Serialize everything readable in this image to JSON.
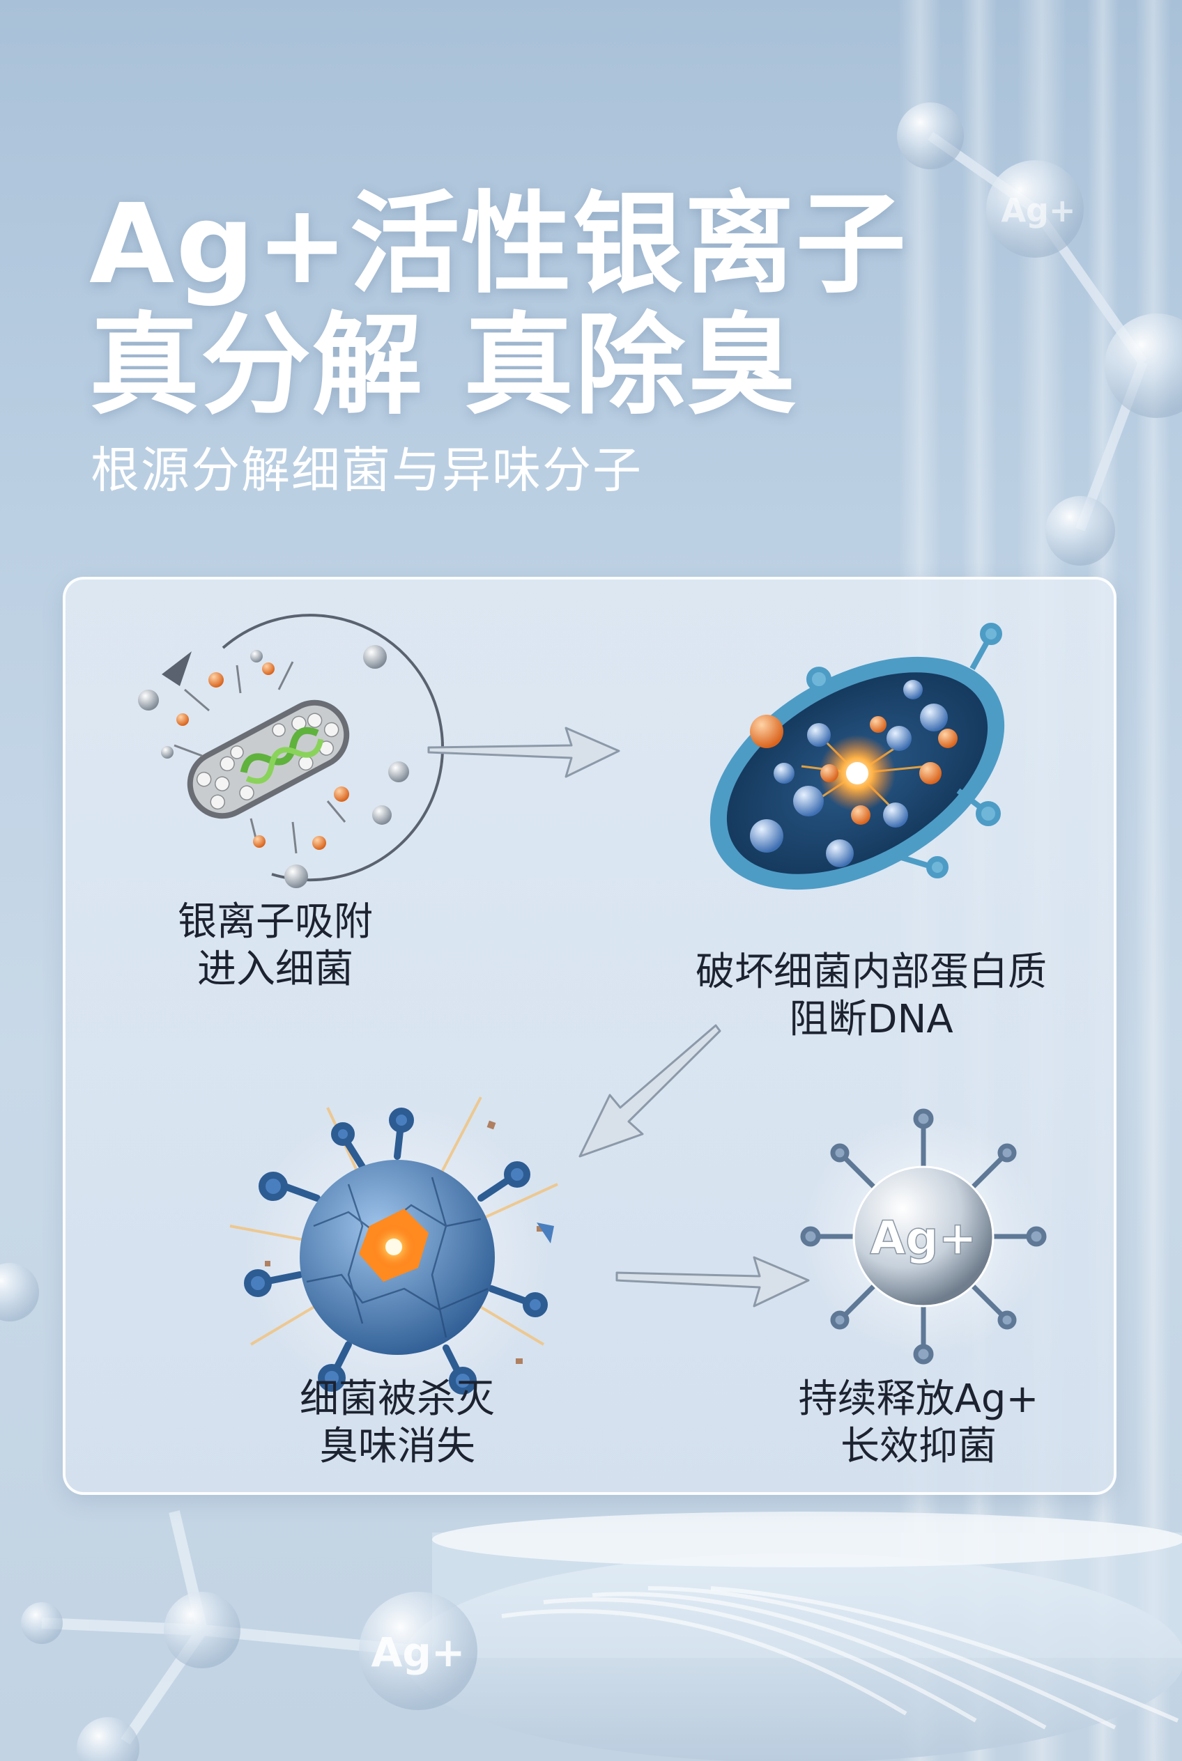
{
  "header": {
    "title_line1": "Ag+活性银离子",
    "title_line2": "真分解 真除臭",
    "subtitle": "根源分解细菌与异味分子"
  },
  "steps": [
    {
      "line1": "银离子吸附",
      "line2": "进入细菌"
    },
    {
      "line1": "破坏细菌内部蛋白质",
      "line2": "阻断DNA"
    },
    {
      "line1": "细菌被杀灭",
      "line2": "臭味消失"
    },
    {
      "line1": "持续释放Ag+",
      "line2": "长效抑菌"
    }
  ],
  "decor": {
    "silver_ion_label": "Ag+",
    "bottom_ion_label": "Ag+",
    "top_right_ion_label": "Ag+"
  },
  "colors": {
    "background": "#bcd0e3",
    "title": "#ffffff",
    "label_text": "#1c2230",
    "arrow": "#8c99a8"
  },
  "icons": [
    "molecule-chain-icon",
    "bacteria-rod-icon",
    "bacteria-cell-icon",
    "virus-burst-icon",
    "silver-ion-icon",
    "arrow-icon"
  ]
}
